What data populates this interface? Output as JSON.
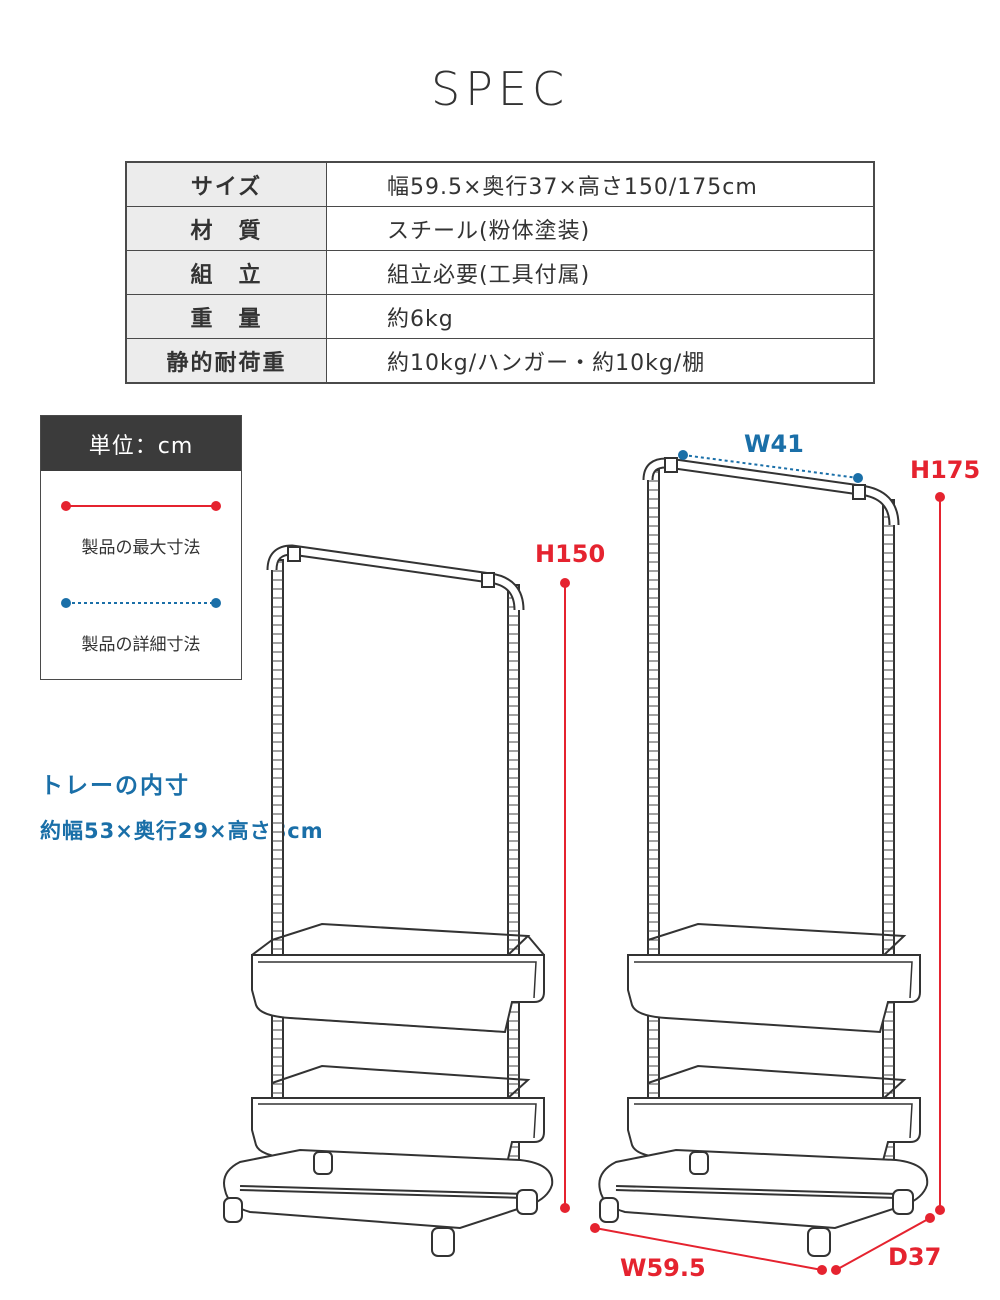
{
  "title": "SPEC",
  "spec": {
    "rows": [
      {
        "label": "サイズ",
        "value": "幅59.5×奥行37×高さ150/175cm"
      },
      {
        "label": "材　質",
        "value": "スチール(粉体塗装)"
      },
      {
        "label": "組　立",
        "value": "組立必要(工具付属)"
      },
      {
        "label": "重　量",
        "value": "約6kg"
      },
      {
        "label": "静的耐荷重",
        "value": "約10kg/ハンガー・約10kg/棚"
      }
    ]
  },
  "legend": {
    "unit": "単位：cm",
    "max_label": "製品の最大寸法",
    "detail_label": "製品の詳細寸法",
    "max_color": "#e5232f",
    "detail_color": "#1a6fa8"
  },
  "tray": {
    "title": "トレーの内寸",
    "size": "約幅53×奥行29×高さ8cm"
  },
  "dimensions": {
    "h150": "H150",
    "h175": "H175",
    "w41": "W41",
    "w595": "W59.5",
    "d37": "D37"
  }
}
